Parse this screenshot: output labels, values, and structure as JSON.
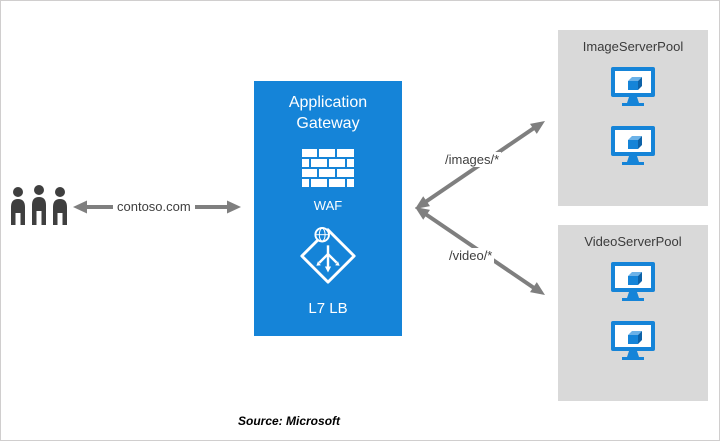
{
  "diagram": {
    "users": {
      "icon": "users-icon"
    },
    "contoso_label": "contoso.com",
    "gateway": {
      "title": "Application Gateway",
      "waf_label": "WAF",
      "lb_label": "L7 LB",
      "waf_icon": "brick-wall-waf-icon",
      "lb_icon": "layer7-load-balancer-icon"
    },
    "routes": [
      {
        "label": "/images/*"
      },
      {
        "label": "/video/*"
      }
    ],
    "pools": [
      {
        "title": "ImageServerPool",
        "server_icon": "vm-monitor-icon",
        "server_count": 2
      },
      {
        "title": "VideoServerPool",
        "server_icon": "vm-monitor-icon",
        "server_count": 2
      }
    ],
    "source": "Source: Microsoft",
    "colors": {
      "gateway_blue": "#1584d8",
      "pool_gray": "#d9d9d9",
      "arrow_gray": "#7f7f7f",
      "text_dark": "#3f3f3f",
      "users_dark": "#3f3f3f"
    }
  }
}
